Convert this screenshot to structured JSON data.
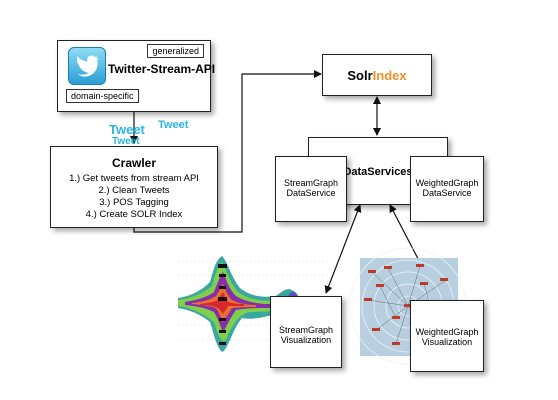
{
  "twitter_box": {
    "title": "Twitter-Stream-API",
    "tag_generalized": "generalized",
    "tag_domain": "domain-specific"
  },
  "tweets": {
    "labels": [
      "Tweet",
      "Tweet",
      "Tweet"
    ],
    "color": "#29b6e8"
  },
  "crawler": {
    "title": "Crawler",
    "steps": [
      "1.) Get tweets from stream API",
      "2.) Clean Tweets",
      "3.) POS Tagging",
      "4.) Create SOLR Index"
    ]
  },
  "solr": {
    "name_part1": "Solr",
    "name_part2": "Index",
    "accent": "#f0902c"
  },
  "dataservices": {
    "title": "DataServices",
    "stream_service": "StreamGraph\nDataService",
    "weighted_service": "WeightedGraph\nDataService"
  },
  "visualizations": {
    "stream": "StreamGraph\nVisualization",
    "weighted": "WeightedGraph\nVisualization"
  },
  "icons": {
    "twitter_logo": "twitter-bird-icon",
    "stream_thumb": "streamgraph-thumbnail",
    "weighted_thumb": "network-graph-thumbnail"
  }
}
